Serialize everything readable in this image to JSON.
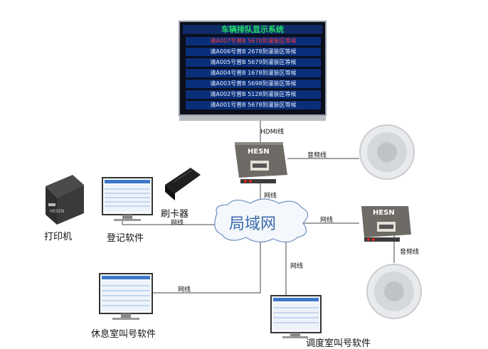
{
  "board": {
    "title": "车辆排队显示系统",
    "rows": [
      "请A007号普B 5670到灌装区等候",
      "请A006号普B 2678到灌装区等候",
      "请A005号普B 5679到灌装区等候",
      "请A004号普B 1678到灌装区等候",
      "请A003号普B 5698到灌装区等候",
      "请A002号普B 5128到灌装区等候",
      "请A001号普B 5678到灌装区等候"
    ],
    "highlight_row": 0
  },
  "labels": {
    "hdmi": "HDMI线",
    "audio_top": "音频线",
    "audio_right": "音频线",
    "net_top": "网线",
    "net_right": "网线",
    "net_left": "网线",
    "net_bottom_left": "网线",
    "net_bottom_mid": "网线",
    "lan": "局域网",
    "printer": "打印机",
    "register": "登记软件",
    "card": "刷卡器",
    "rest": "休息室叫号软件",
    "dispatch": "调度室叫号软件"
  },
  "devices": {
    "brand": "HESN",
    "printer_brand": "HESEN"
  },
  "colors": {
    "board_bg": "#0b0f1c",
    "title_text": "#22e066",
    "row_bg": "#0a2f7a",
    "highlight": "#ff3a3a",
    "lan_text": "#3a6aa8"
  }
}
